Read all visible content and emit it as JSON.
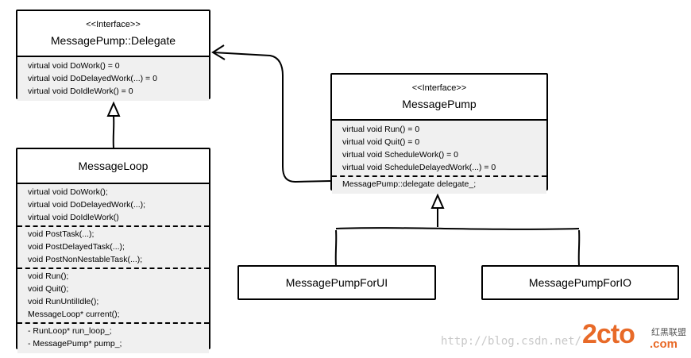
{
  "delegate": {
    "stereotype": "<<Interface>>",
    "name": "MessagePump::Delegate",
    "sections": [
      [
        "virtual void DoWork() = 0",
        "virtual void DoDelayedWork(...) = 0",
        "virtual void DoIdleWork() = 0"
      ]
    ]
  },
  "message_loop": {
    "name": "MessageLoop",
    "sections": [
      [
        "virtual void DoWork();",
        "virtual void DoDelayedWork(...);",
        "virtual void DoIdleWork()"
      ],
      [
        "void PostTask(...);",
        "void PostDelayedTask(...);",
        "void PostNonNestableTask(...);"
      ],
      [
        "void Run();",
        "void Quit();",
        "void RunUntilIdle();",
        "MessageLoop* current();"
      ],
      [
        "- RunLoop* run_loop_;",
        "- MessagePump* pump_;"
      ]
    ]
  },
  "message_pump": {
    "stereotype": "<<Interface>>",
    "name": "MessagePump",
    "sections": [
      [
        "virtual void Run() = 0",
        "virtual void Quit() = 0",
        "virtual void ScheduleWork() = 0",
        "virtual void ScheduleDelayedWork(...) = 0"
      ],
      [
        "MessagePump::delegate delegate_;"
      ]
    ]
  },
  "pump_for_ui": {
    "name": "MessagePumpForUI"
  },
  "pump_for_io": {
    "name": "MessagePumpForIO"
  },
  "watermark": {
    "url": "http://blog.csdn.net/",
    "logo": "2cto",
    "logo_sub": "红黑联盟",
    "logo_com": ".com"
  }
}
